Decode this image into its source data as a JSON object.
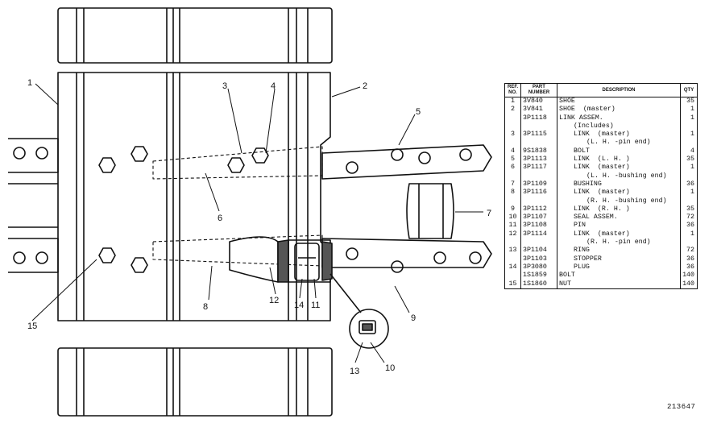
{
  "callouts": {
    "c1": "1",
    "c2": "2",
    "c3": "3",
    "c4": "4",
    "c5": "5",
    "c6": "6",
    "c7": "7",
    "c8": "8",
    "c9": "9",
    "c10": "10",
    "c11": "11",
    "c12": "12",
    "c13": "13",
    "c14": "14",
    "c15": "15"
  },
  "table": {
    "headers": {
      "ref": "REF. NO.",
      "part": "PART NUMBER",
      "desc": "DESCRIPTION",
      "qty": "QTY"
    },
    "rows": [
      {
        "ref": "1",
        "part": "3V840",
        "desc": "SHOE",
        "note": "",
        "qty": "35",
        "indent": 0
      },
      {
        "ref": "2",
        "part": "3V841",
        "desc": "SHOE",
        "note": "(master)",
        "qty": "1",
        "indent": 0
      },
      {
        "ref": "",
        "part": "3P1118",
        "desc": "LINK ASSEM.",
        "note": "",
        "qty": "1",
        "indent": 0
      },
      {
        "ref": "",
        "part": "",
        "desc": "(Includes)",
        "note": "",
        "qty": "",
        "indent": 1
      },
      {
        "ref": "3",
        "part": "3P1115",
        "desc": "LINK",
        "note": "(master)",
        "qty": "1",
        "indent": 1
      },
      {
        "ref": "",
        "part": "",
        "desc": "(L. H. -pin end)",
        "note": "",
        "qty": "",
        "indent": 2
      },
      {
        "ref": "4",
        "part": "9S1838",
        "desc": "BOLT",
        "note": "",
        "qty": "4",
        "indent": 1
      },
      {
        "ref": "5",
        "part": "3P1113",
        "desc": "LINK",
        "note": "(L. H. )",
        "qty": "35",
        "indent": 1
      },
      {
        "ref": "6",
        "part": "3P1117",
        "desc": "LINK",
        "note": "(master)",
        "qty": "1",
        "indent": 1
      },
      {
        "ref": "",
        "part": "",
        "desc": "(L. H. -bushing end)",
        "note": "",
        "qty": "",
        "indent": 2
      },
      {
        "ref": "7",
        "part": "3P1109",
        "desc": "BUSHING",
        "note": "",
        "qty": "36",
        "indent": 1
      },
      {
        "ref": "8",
        "part": "3P1116",
        "desc": "LINK",
        "note": "(master)",
        "qty": "1",
        "indent": 1
      },
      {
        "ref": "",
        "part": "",
        "desc": "(R. H. -bushing end)",
        "note": "",
        "qty": "",
        "indent": 2
      },
      {
        "ref": "9",
        "part": "3P1112",
        "desc": "LINK",
        "note": "(R. H. )",
        "qty": "35",
        "indent": 1
      },
      {
        "ref": "10",
        "part": "3P1107",
        "desc": "SEAL ASSEM.",
        "note": "",
        "qty": "72",
        "indent": 1
      },
      {
        "ref": "11",
        "part": "3P1108",
        "desc": "PIN",
        "note": "",
        "qty": "36",
        "indent": 1
      },
      {
        "ref": "12",
        "part": "3P1114",
        "desc": "LINK",
        "note": "(master)",
        "qty": "1",
        "indent": 1
      },
      {
        "ref": "",
        "part": "",
        "desc": "(R. H. -pin end)",
        "note": "",
        "qty": "",
        "indent": 2
      },
      {
        "ref": "13",
        "part": "3P1104",
        "desc": "RING",
        "note": "",
        "qty": "72",
        "indent": 1
      },
      {
        "ref": "",
        "part": "3P1103",
        "desc": "STOPPER",
        "note": "",
        "qty": "36",
        "indent": 1
      },
      {
        "ref": "14",
        "part": "3P3080",
        "desc": "PLUG",
        "note": "",
        "qty": "36",
        "indent": 1
      },
      {
        "ref": "",
        "part": "1S1859",
        "desc": "BOLT",
        "note": "",
        "qty": "140",
        "indent": 0
      },
      {
        "ref": "15",
        "part": "1S1860",
        "desc": "NUT",
        "note": "",
        "qty": "140",
        "indent": 0
      }
    ]
  },
  "figure_number": "213647"
}
